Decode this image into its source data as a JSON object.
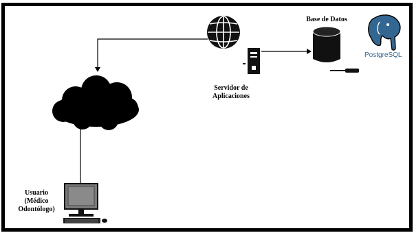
{
  "labels": {
    "server": [
      "Servidor de",
      "Aplicaciones"
    ],
    "database": "Base de Datos",
    "user": [
      "Usuario",
      "(Médico",
      "Odontólogo)"
    ]
  },
  "postgres": {
    "wordmark": "PostgreSQL"
  },
  "colors": {
    "stroke": "#000000",
    "monitor_screen": "#7a7a7a",
    "postgres_blue": "#336791"
  },
  "icons": [
    "globe-icon",
    "server-tower-icon",
    "database-cylinder-icon",
    "cloud-icon",
    "desktop-computer-icon",
    "postgresql-elephant-icon"
  ]
}
